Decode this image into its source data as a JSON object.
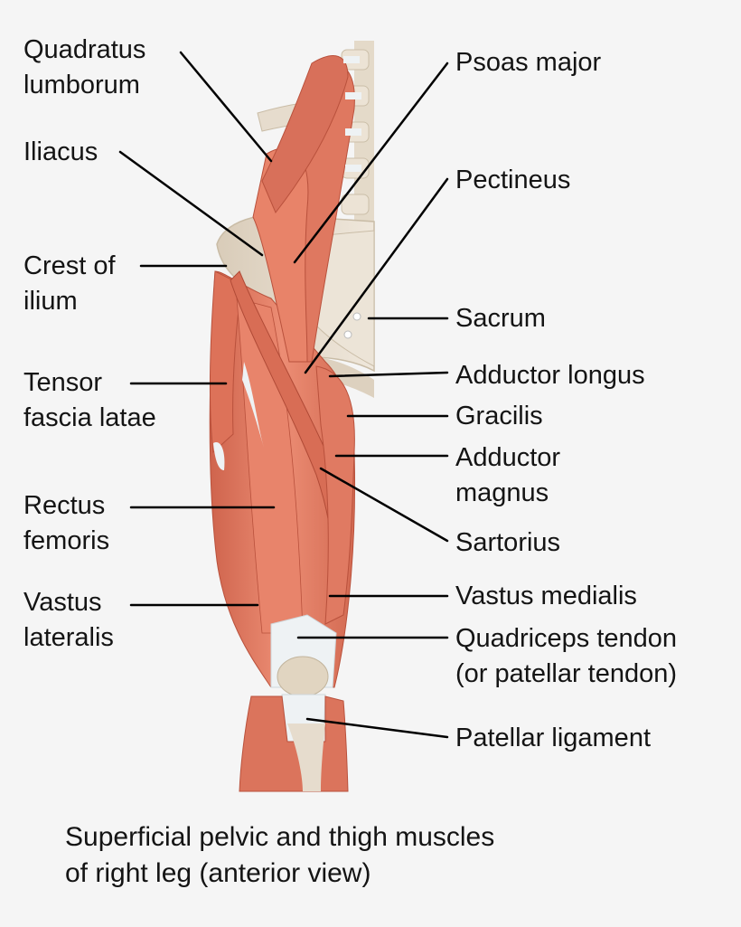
{
  "labels_left": {
    "quadratus_lumborum": [
      "Quadratus",
      "lumborum"
    ],
    "iliacus": [
      "Iliacus"
    ],
    "crest_of_ilium": [
      "Crest of",
      "ilium"
    ],
    "tensor_fascia_latae": [
      "Tensor",
      "fascia latae"
    ],
    "rectus_femoris": [
      "Rectus",
      "femoris"
    ],
    "vastus_lateralis": [
      "Vastus",
      "lateralis"
    ]
  },
  "labels_right": {
    "psoas_major": [
      "Psoas major"
    ],
    "pectineus": [
      "Pectineus"
    ],
    "sacrum": [
      "Sacrum"
    ],
    "adductor_longus": [
      "Adductor longus"
    ],
    "gracilis": [
      "Gracilis"
    ],
    "adductor_magnus": [
      "Adductor",
      "magnus"
    ],
    "sartorius": [
      "Sartorius"
    ],
    "vastus_medialis": [
      "Vastus medialis"
    ],
    "quadriceps_tendon": [
      "Quadriceps tendon",
      "(or patellar tendon)"
    ],
    "patellar_ligament": [
      "Patellar ligament"
    ]
  },
  "caption": [
    "Superficial pelvic and thigh muscles",
    "of right leg (anterior view)"
  ],
  "colors": {
    "background": "#f5f5f5",
    "muscle": "#e07a62",
    "muscle_dark": "#c45a44",
    "muscle_light": "#ef9a82",
    "bone": "#e6dccd",
    "tendon": "#eef2f4",
    "leader_line": "#000000"
  }
}
